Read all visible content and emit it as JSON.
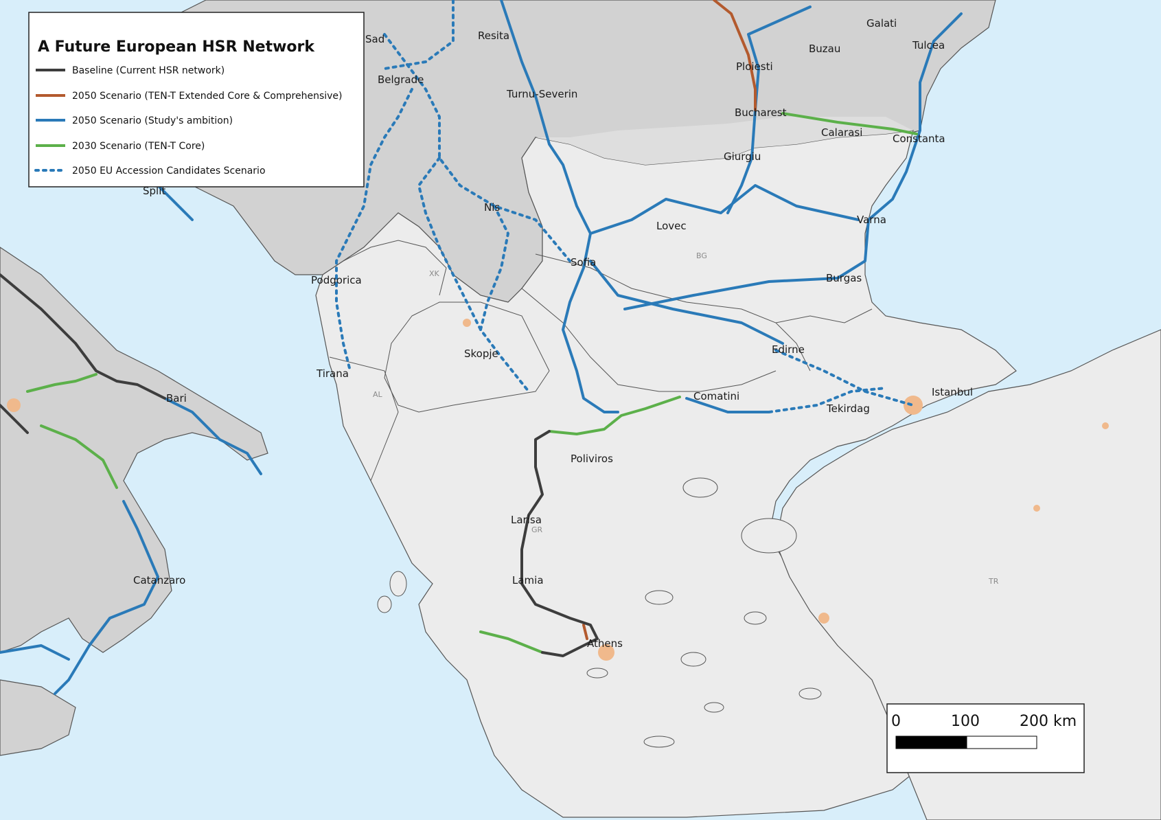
{
  "legend": {
    "title": "A Future European HSR Network",
    "items": [
      {
        "label": "Baseline (Current HSR network)",
        "color": "#3d3d3d",
        "style": "solid"
      },
      {
        "label": "2050 Scenario (TEN-T Extended Core & Comprehensive)",
        "color": "#b35a2e",
        "style": "solid"
      },
      {
        "label": "2050 Scenario (Study's ambition)",
        "color": "#2a7ab8",
        "style": "solid"
      },
      {
        "label": "2030 Scenario (TEN-T Core)",
        "color": "#5cb04a",
        "style": "solid"
      },
      {
        "label": "2050 EU Accession Candidates Scenario",
        "color": "#2a7ab8",
        "style": "dotted"
      }
    ]
  },
  "cities": {
    "sad": "Sad",
    "resita": "Resita",
    "belgrade": "Belgrade",
    "turnu_severin": "Turnu-Severin",
    "galati": "Galati",
    "tulcea": "Tulcea",
    "buzau": "Buzau",
    "ploiesti": "Ploiesti",
    "bucharest": "Bucharest",
    "calarasi": "Calarasi",
    "constanta": "Constanta",
    "giurgiu": "Giurgiu",
    "split": "Split",
    "nis": "Nis",
    "lovec": "Lovec",
    "varna": "Varna",
    "sofia": "Sofia",
    "podgorica": "Podgorica",
    "burgas": "Burgas",
    "edirne": "Edirne",
    "skopje": "Skopje",
    "tirana": "Tirana",
    "istanbul": "Istanbul",
    "bari": "Bari",
    "comatini": "Comatini",
    "tekirdag": "Tekirdag",
    "poliviros": "Poliviros",
    "larisa": "Larisa",
    "lamia": "Lamia",
    "catanzaro": "Catanzaro",
    "athens": "Athens"
  },
  "country_codes": {
    "xk": "XK",
    "bg": "BG",
    "al": "AL",
    "gr": "GR",
    "tr": "TR"
  },
  "scale": {
    "t0": "0",
    "t100": "100",
    "t200": "200 km"
  },
  "colors": {
    "sea": "#d8eefa",
    "land_eu": "#ececec",
    "land_other": "#d2d2d2",
    "urban": "#f0b98c",
    "baseline": "#3d3d3d",
    "tent_extended": "#b35a2e",
    "study": "#2a7ab8",
    "tent_core": "#5cb04a"
  }
}
